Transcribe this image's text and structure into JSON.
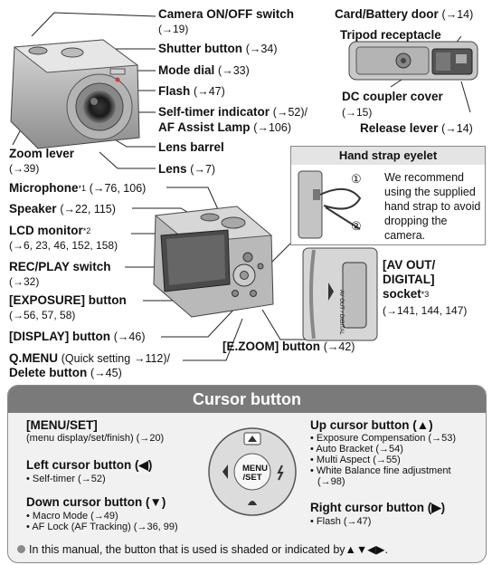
{
  "top_right": {
    "card_battery": {
      "label": "Card/Battery door",
      "ref": "(→14)"
    },
    "tripod": {
      "label": "Tripod receptacle"
    },
    "dc_coupler": {
      "label": "DC coupler cover",
      "ref": "(→15)"
    },
    "release": {
      "label": "Release lever",
      "ref": "(→14)"
    }
  },
  "top_center": {
    "camera_onoff": {
      "label": "Camera ON/OFF switch",
      "ref": "(→19)"
    },
    "shutter": {
      "label": "Shutter button",
      "ref": "(→34)"
    },
    "mode_dial": {
      "label": "Mode dial",
      "ref": "(→33)"
    },
    "flash": {
      "label": "Flash",
      "ref": "(→47)"
    },
    "selftimer": {
      "label": "Self-timer indicator",
      "ref": "(→52)/",
      "label2": "AF Assist Lamp",
      "ref2": "(→106)"
    },
    "lens_barrel": {
      "label": "Lens barrel"
    },
    "lens": {
      "label": "Lens",
      "ref": "(→7)"
    }
  },
  "zoom_lever": {
    "label": "Zoom lever",
    "ref": "(→39)"
  },
  "strap": {
    "title": "Hand strap eyelet",
    "text": "We recommend using the supplied hand strap to avoid dropping the camera.",
    "step1": "①",
    "step2": "②"
  },
  "left": {
    "microphone": {
      "label": "Microphone",
      "note": "*1",
      "ref": "(→76, 106)"
    },
    "speaker": {
      "label": "Speaker",
      "ref": "(→22, 115)"
    },
    "lcd": {
      "label": "LCD monitor",
      "note": "*2",
      "ref": "(→6, 23, 46, 152, 158)"
    },
    "recplay": {
      "label": "REC/PLAY switch",
      "ref": "(→32)"
    },
    "exposure": {
      "label": "[EXPOSURE] button",
      "ref": "(→56, 57, 58)"
    },
    "display": {
      "label": "[DISPLAY] button",
      "ref": "(→46)"
    },
    "qmenu": {
      "label": "Q.MENU",
      "label_mid": "(Quick setting",
      "ref": "→112)/",
      "label2": "Delete button",
      "ref2": "(→45)"
    }
  },
  "av_out": {
    "line1": "[AV OUT/",
    "line2": "DIGITAL]",
    "line3": "socket",
    "note": "*3",
    "ref": "(→141, 144, 147)",
    "port_text": "AV OUT / DIGITAL"
  },
  "ezoom": {
    "label": "[E.ZOOM] button",
    "ref": "(→42)"
  },
  "cursor": {
    "title": "Cursor button",
    "menuset": {
      "label": "[MENU/SET]",
      "sub": "(menu display/set/finish) (→20)"
    },
    "left": {
      "label": "Left cursor button (◀)",
      "items": [
        "Self-timer (→52)"
      ]
    },
    "down": {
      "label": "Down cursor button (▼)",
      "items": [
        "Macro Mode (→49)",
        "AF Lock (AF Tracking) (→36, 99)"
      ]
    },
    "up": {
      "label": "Up cursor button (▲)",
      "items": [
        "Exposure Compensation (→53)",
        "Auto Bracket (→54)",
        "Multi Aspect (→55)",
        "White Balance fine adjustment",
        "(→98)"
      ]
    },
    "right": {
      "label": "Right cursor button (▶)",
      "items": [
        "Flash (→47)"
      ]
    },
    "center_label_1": "MENU",
    "center_label_2": "/SET",
    "footnote": "In this manual, the button that is used is shaded or indicated by▲▼◀▶."
  },
  "colors": {
    "panel_header": "#7a7a7a",
    "panel_bg": "#f1f1f1",
    "strap_header": "#e4e4e4"
  }
}
